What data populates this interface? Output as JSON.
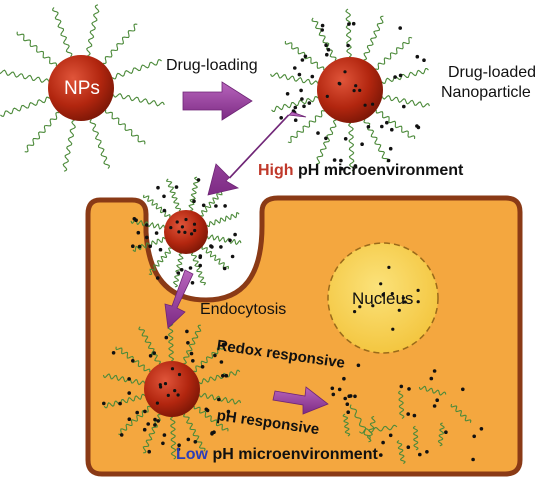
{
  "labels": {
    "nps": "NPs",
    "drug_loading": "Drug-loading",
    "drug_loaded_line1": "Drug-loaded",
    "drug_loaded_line2": "Nanoparticle",
    "high_word": "High",
    "high_rest": " pH microenvironment",
    "endocytosis": "Endocytosis",
    "nucleus": "Nucleus",
    "redox": "Redox responsive",
    "ph_responsive": "pH responsive",
    "low_word": "Low",
    "low_rest": " pH microenvironment"
  },
  "colors": {
    "cell_fill": "#f4a73f",
    "cell_stroke": "#8a3a16",
    "nucleus_fill": "#f9d65a",
    "np_dark": "#8c1a0a",
    "np_light": "#d4442a",
    "ligand": "#4c8a3a",
    "arrow": "#9b3fa0",
    "high_text": "#c0392b",
    "low_text": "#2b3db8"
  }
}
